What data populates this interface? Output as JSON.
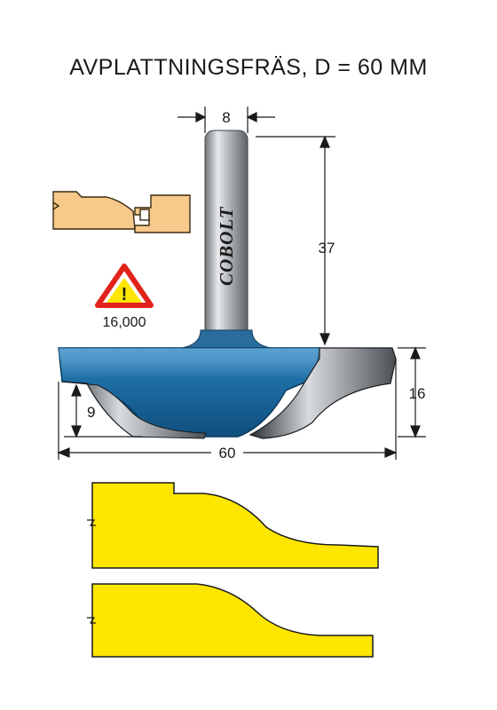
{
  "title": "AVPLATTNINGSFRÄS, D = 60 MM",
  "brand": "COBOLT",
  "warning": {
    "symbol": "!",
    "speed": "16,000"
  },
  "dimensions": {
    "shank_diameter": "8",
    "shank_length": "37",
    "cutter_diameter": "60",
    "cutting_height": "16",
    "profile_height": "9"
  },
  "colors": {
    "cutter_blue": "#1e6fa6",
    "profile_yellow": "#ffe600",
    "warning_red": "#e2231a",
    "wood": "#f7c98a"
  },
  "icons": [
    "warning-triangle-icon",
    "wood-joint-icon"
  ]
}
